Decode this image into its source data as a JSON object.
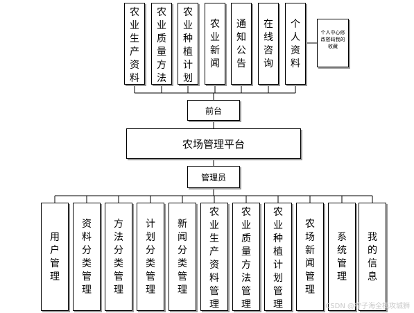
{
  "top_items": [
    "农业生产资料",
    "农业质量方法",
    "农业种植计划",
    "农业新闻",
    "通知公告",
    "在线咨询",
    "个人资料"
  ],
  "note": "个人中心修改密码我的收藏",
  "front": "前台",
  "platform": "农场管理平台",
  "admin": "管理员",
  "bottom_items": [
    "用户管理",
    "资料分类管理",
    "方法分类管理",
    "计划分类管理",
    "新闻分类管理",
    "农业生产资料管理",
    "农业质量方法管理",
    "农业种植计划管理",
    "农场新闻管理",
    "系统管理",
    "我的信息"
  ],
  "watermark": "CSDN @柠子海全栈攻城狮"
}
